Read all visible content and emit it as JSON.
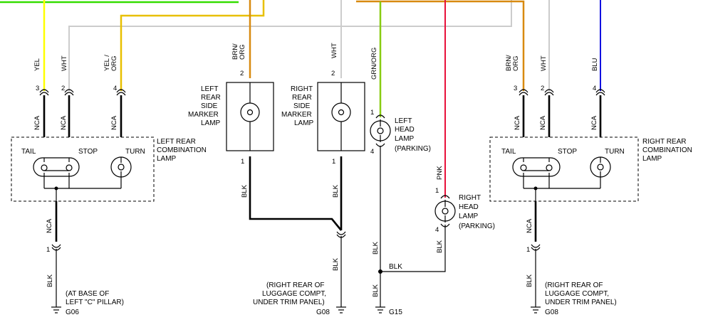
{
  "wire_colors": {
    "yel": "#ffff00",
    "green": "#33dd00",
    "grn_org": "#88cc11",
    "orange": "#d88a10",
    "wht": "#cccccc",
    "pnk": "#e8103a",
    "blu": "#1010e0",
    "blk": "#000000"
  },
  "left_rear": {
    "wires": [
      {
        "pin": "3",
        "color": "YEL",
        "nca": "NCA"
      },
      {
        "pin": "2",
        "color": "WHT",
        "nca": "NCA"
      },
      {
        "pin": "4",
        "color": "YEL /",
        "color2": "ORG",
        "nca": "NCA"
      }
    ],
    "lamp_lines": [
      "LEFT REAR",
      "COMBINATION",
      "LAMP"
    ],
    "tail": "TAIL",
    "stop": "STOP",
    "turn": "TURN",
    "bottom_nca": "NCA",
    "bottom_pin": "1",
    "bottom_color": "BLK",
    "ground_note": [
      "(AT BASE OF",
      "LEFT \"C\" PILLAR)"
    ],
    "ground": "G06"
  },
  "left_side_marker": {
    "wire_color": "BRN/",
    "wire_color2": "ORG",
    "pin_top": "2",
    "lamp_lines": [
      "LEFT",
      "REAR",
      "SIDE",
      "MARKER",
      "LAMP"
    ],
    "pin_bottom": "1",
    "bottom_color": "BLK"
  },
  "right_side_marker": {
    "wire_color": "WHT",
    "pin_top": "2",
    "lamp_lines": [
      "RIGHT",
      "REAR",
      "SIDE",
      "MARKER",
      "LAMP"
    ],
    "pin_bottom": "1",
    "bottom_color": "BLK",
    "bottom_color2": "BLK",
    "ground_note": [
      "(RIGHT REAR OF",
      "LUGGAGE COMPT,",
      "UNDER TRIM PANEL)"
    ],
    "ground": "G08"
  },
  "left_head": {
    "wire_color": "GRN/ORG",
    "pin_top": "1",
    "lamp_lines": [
      "LEFT",
      "HEAD",
      "LAMP",
      "(PARKING)"
    ],
    "pin_bottom": "4",
    "bottom_color": "BLK",
    "splice_color": "BLK",
    "bottom_color2": "BLK",
    "ground": "G15"
  },
  "right_head": {
    "wire_color": "PNK",
    "pin_top": "1",
    "lamp_lines": [
      "RIGHT",
      "HEAD",
      "LAMP",
      "(PARKING)"
    ],
    "pin_bottom": "4",
    "bottom_color": "BLK"
  },
  "right_rear": {
    "wires": [
      {
        "pin": "3",
        "color": "BRN/",
        "color2": "ORG",
        "nca": "NCA"
      },
      {
        "pin": "2",
        "color": "WHT",
        "nca": "NCA"
      },
      {
        "pin": "4",
        "color": "BLU",
        "nca": "NCA"
      }
    ],
    "lamp_lines": [
      "RIGHT REAR",
      "COMBINATION",
      "LAMP"
    ],
    "tail": "TAIL",
    "stop": "STOP",
    "turn": "TURN",
    "bottom_nca": "NCA",
    "bottom_pin": "1",
    "bottom_color": "BLK",
    "ground_note": [
      "(RIGHT REAR OF",
      "LUGGAGE COMPT,",
      "UNDER TRIM PANEL)"
    ],
    "ground": "G08"
  }
}
